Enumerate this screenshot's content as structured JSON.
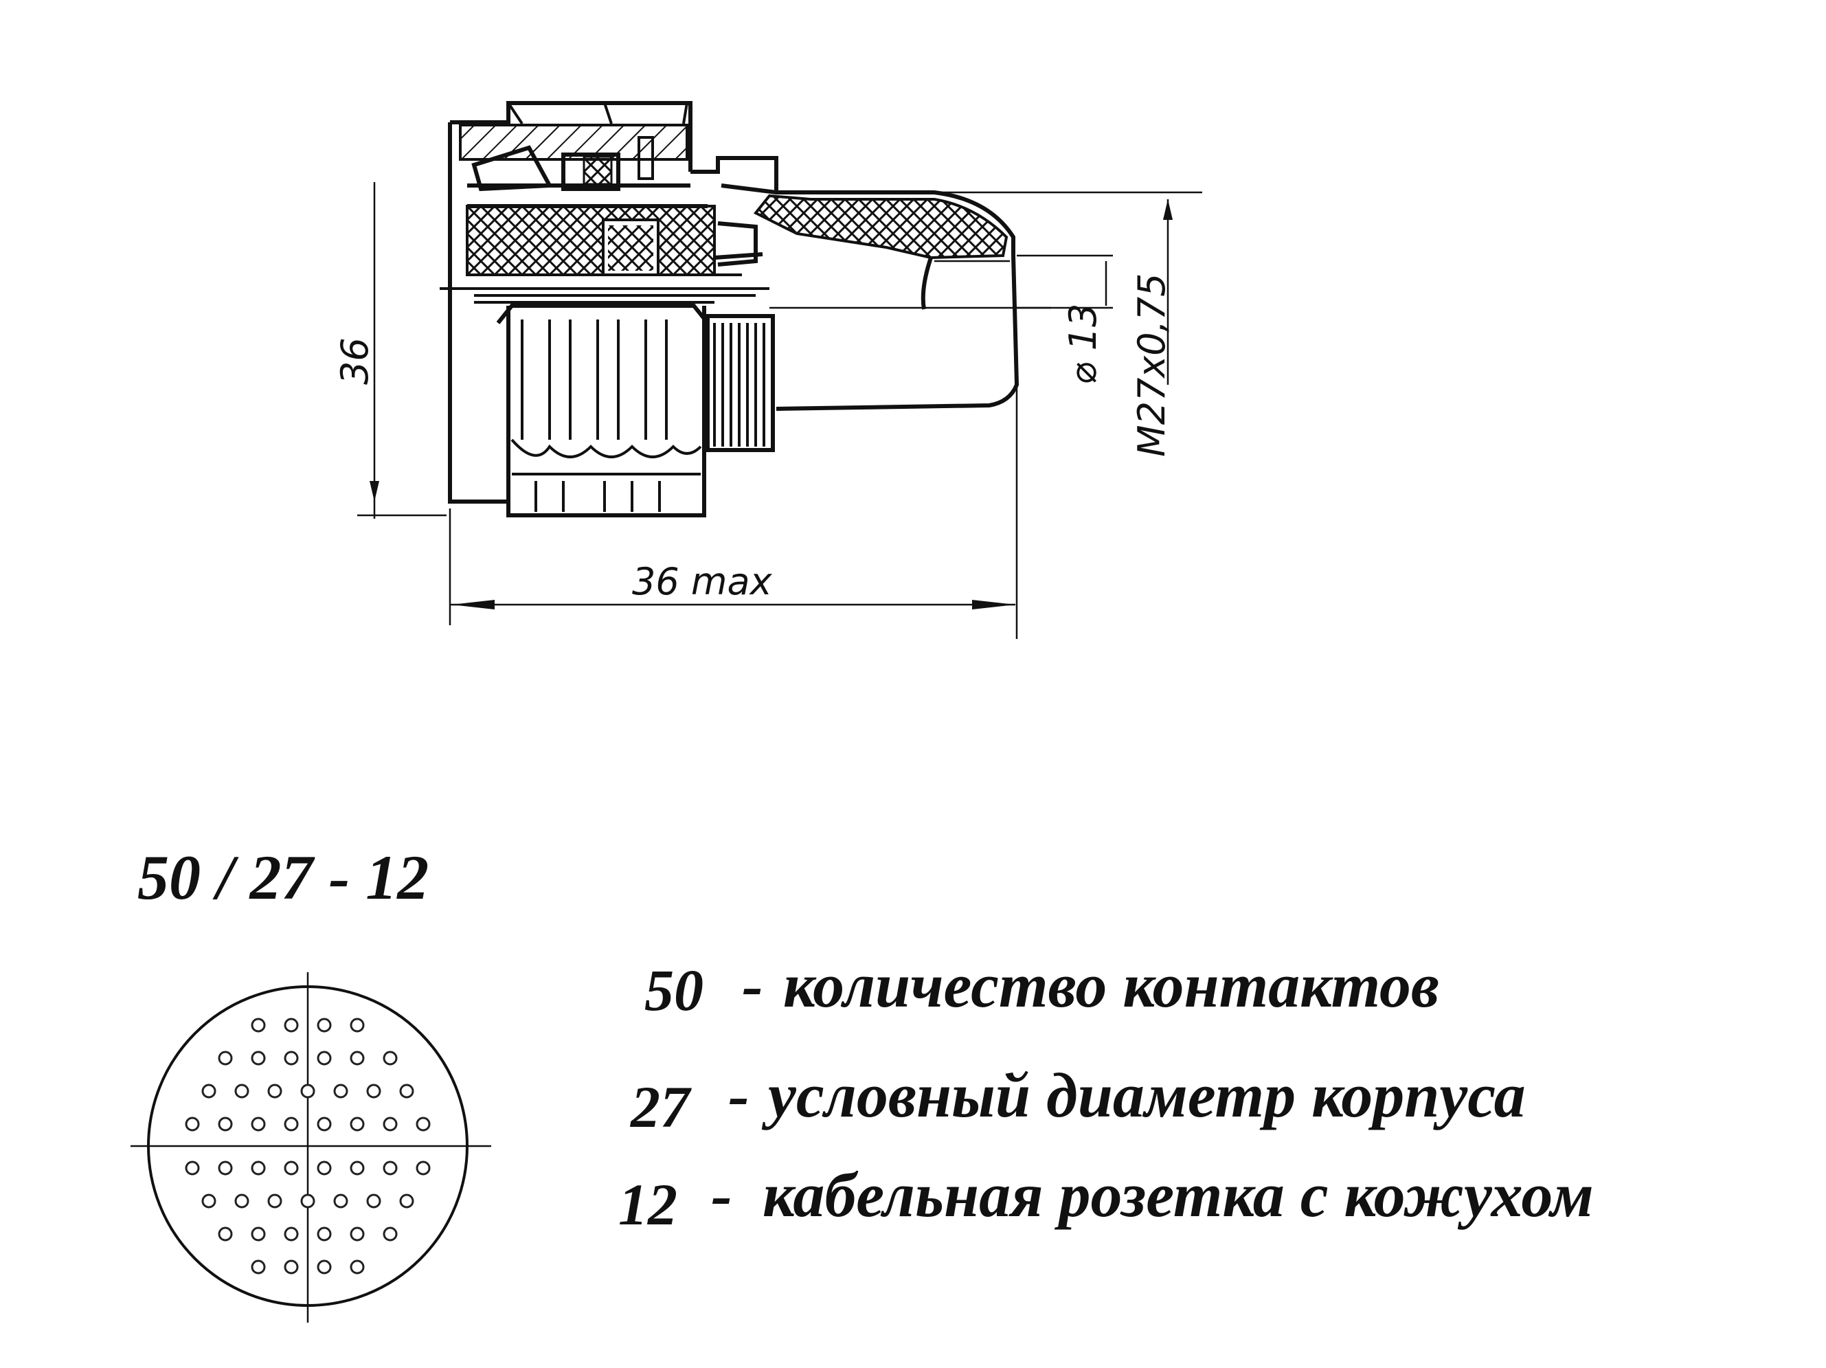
{
  "drawing": {
    "dim_height": "36",
    "dim_width": "36 max",
    "dim_diameter": "⌀ 13",
    "dim_thread": "M27x0,75"
  },
  "code": {
    "title": "50 / 27 - 12"
  },
  "legend": [
    {
      "number": "50",
      "dash": "-",
      "description": "количество  контактов"
    },
    {
      "number": "27",
      "dash": "-",
      "description": "условный диаметр корпуса"
    },
    {
      "number": "12",
      "dash": "-",
      "description": "кабельная розетка с кожухом"
    }
  ],
  "pinout": {
    "contact_count": 50
  }
}
